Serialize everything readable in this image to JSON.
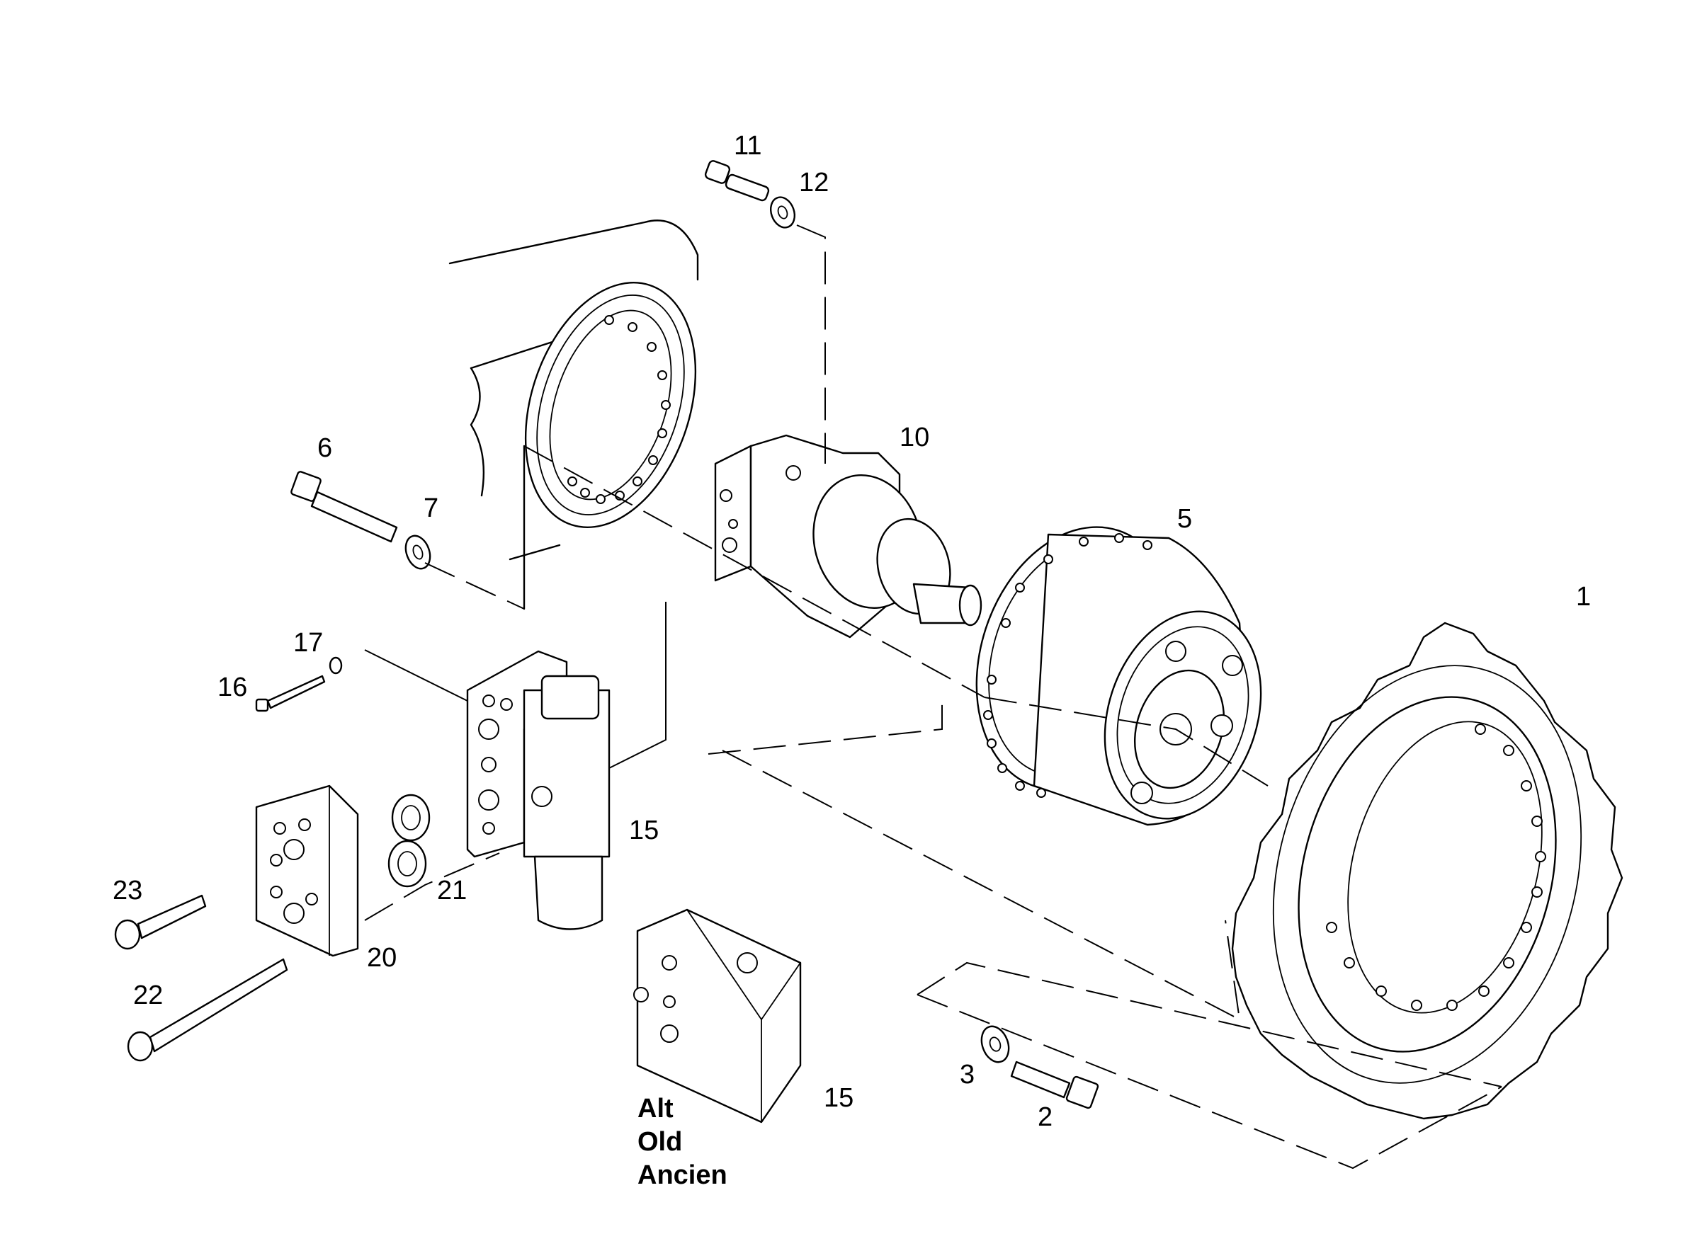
{
  "callouts": {
    "c1": "1",
    "c2": "2",
    "c3": "3",
    "c5": "5",
    "c6": "6",
    "c7": "7",
    "c10": "10",
    "c11": "11",
    "c12": "12",
    "c15a": "15",
    "c15b": "15",
    "c16": "16",
    "c17": "17",
    "c20": "20",
    "c21": "21",
    "c22": "22",
    "c23": "23"
  },
  "note": {
    "line1": "Alt",
    "line2": "Old",
    "line3": "Ancien"
  }
}
